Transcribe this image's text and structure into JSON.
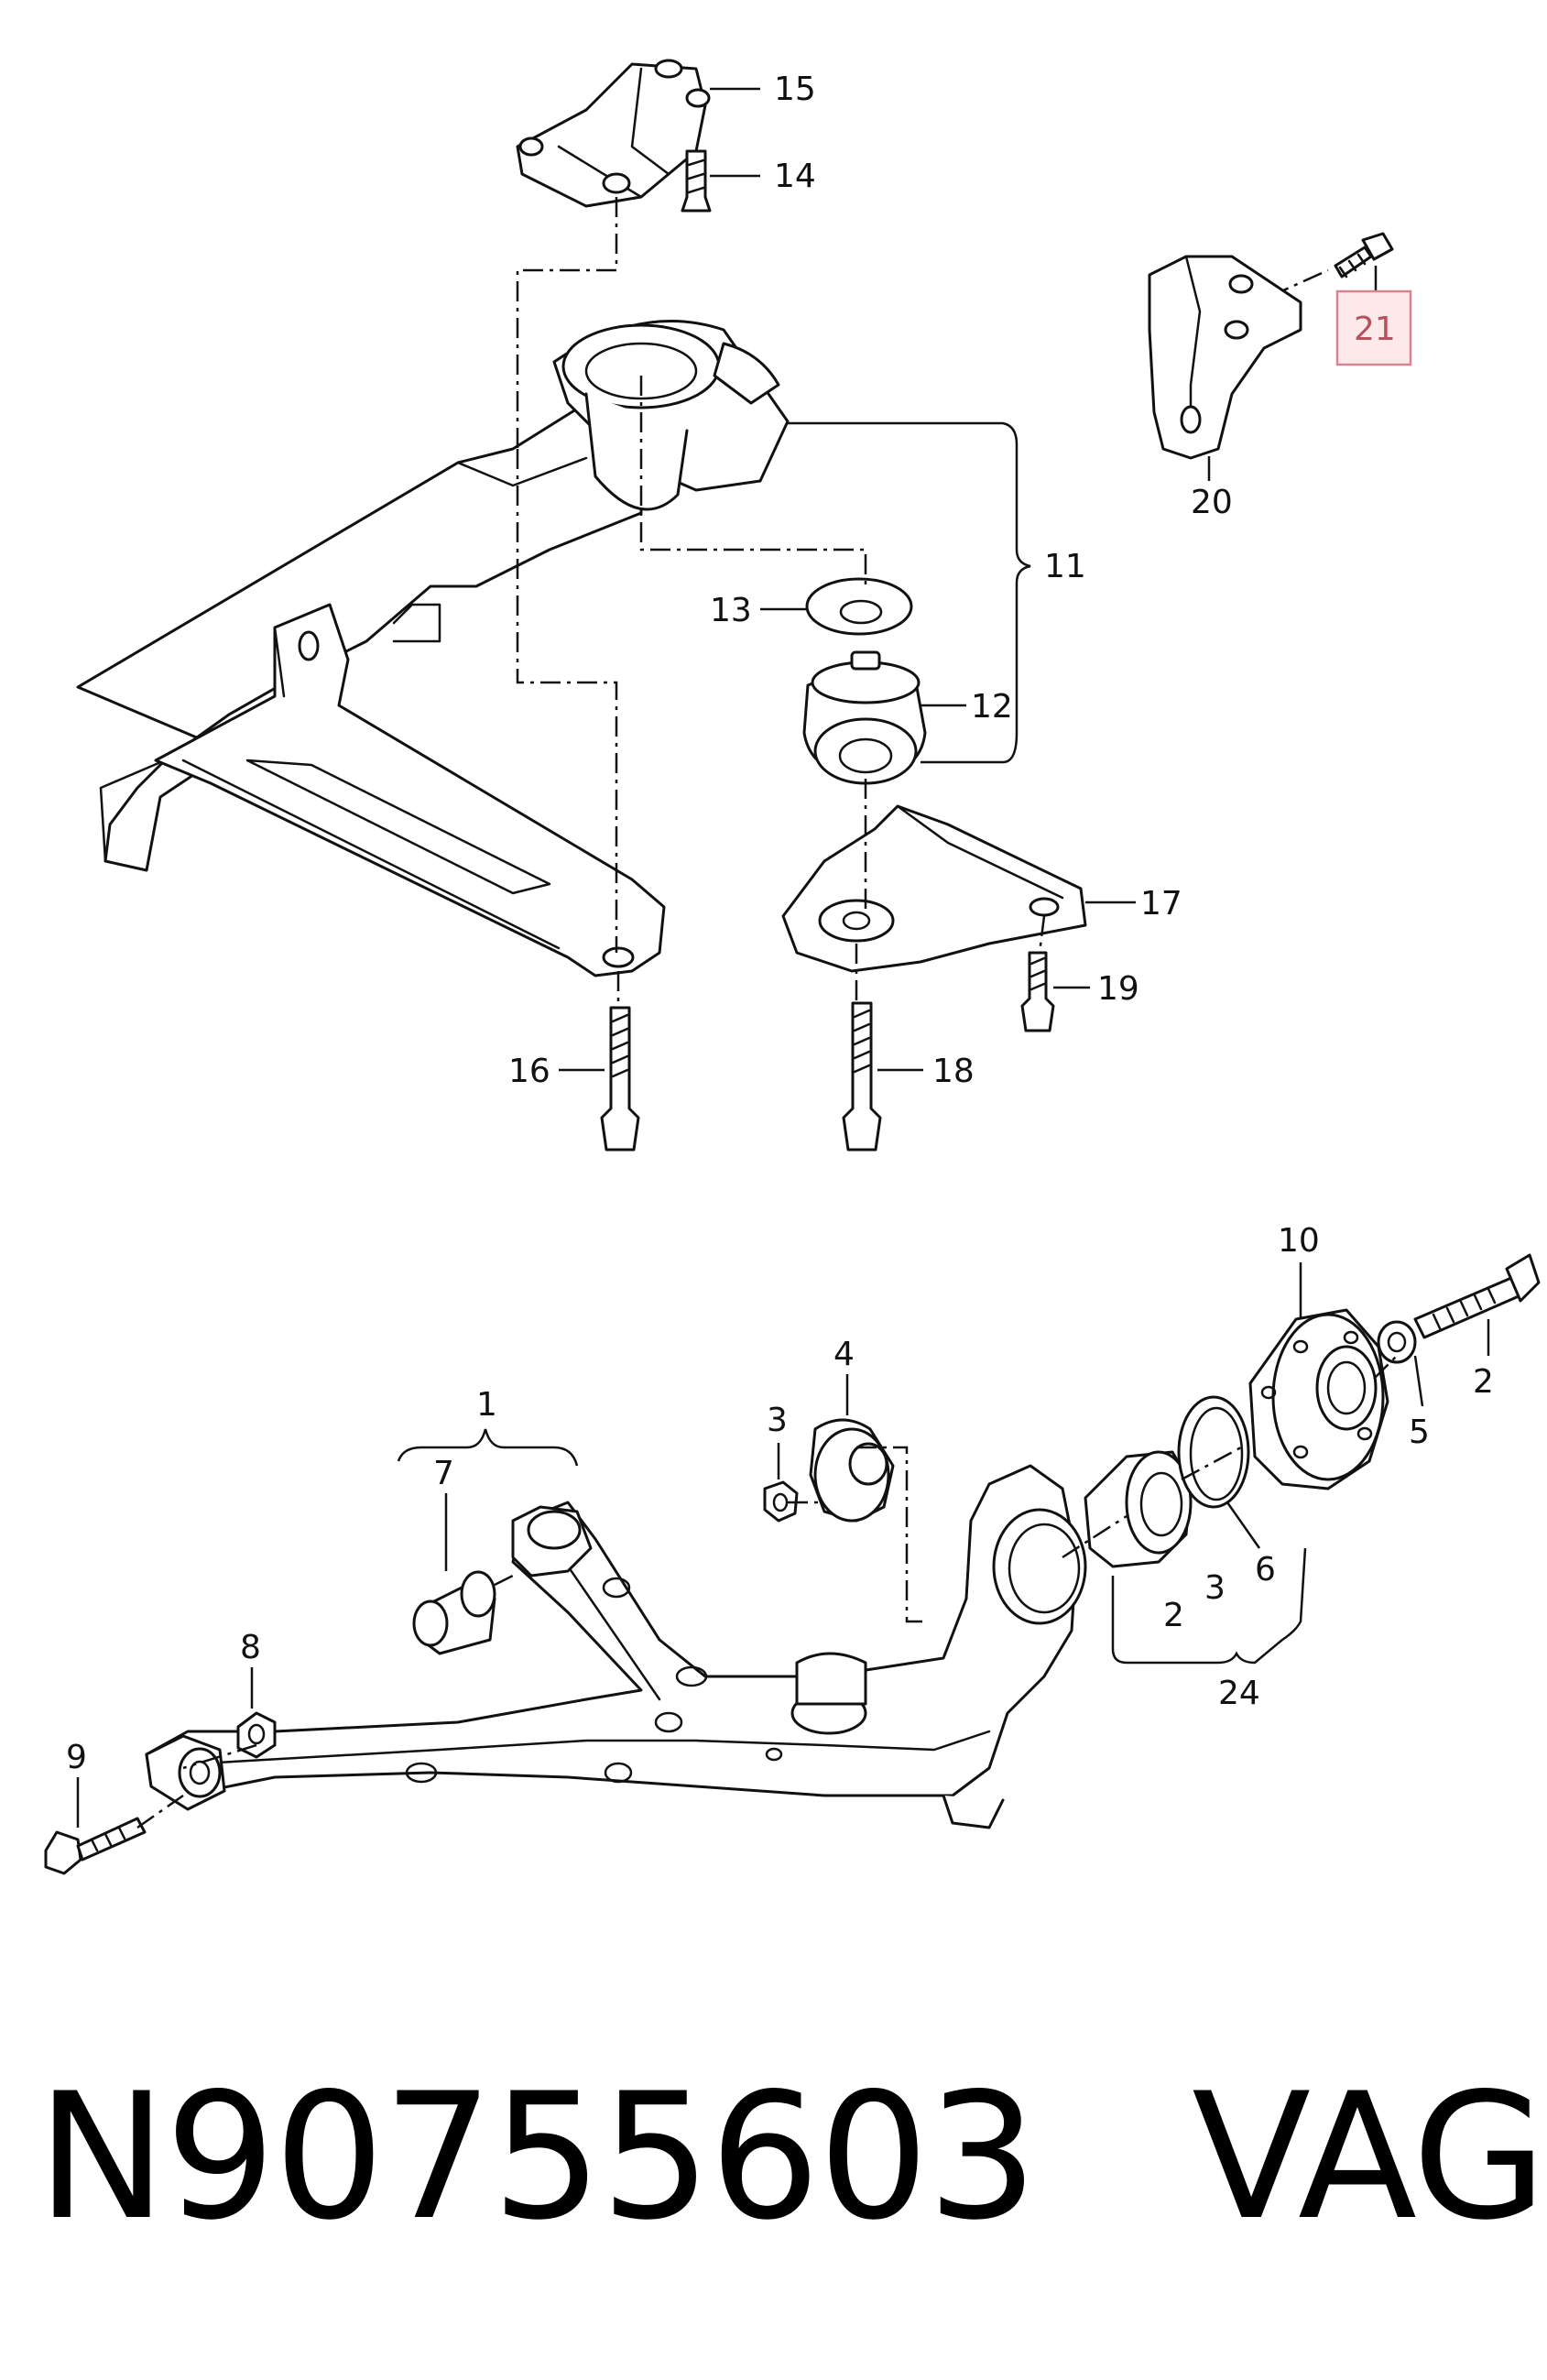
{
  "callouts": {
    "c1": "1",
    "c2_top": "2",
    "c2_bottom": "2",
    "c3_left": "3",
    "c3_right": "3",
    "c4": "4",
    "c5": "5",
    "c6": "6",
    "c7": "7",
    "c8": "8",
    "c9": "9",
    "c10": "10",
    "c11": "11",
    "c12": "12",
    "c13": "13",
    "c14": "14",
    "c15": "15",
    "c16": "16",
    "c17": "17",
    "c18": "18",
    "c19": "19",
    "c20": "20",
    "c21": "21",
    "c24": "24"
  },
  "highlighted_callout": "21",
  "colors": {
    "line": "#111111",
    "highlight_fill": "#fde8ea",
    "highlight_border": "#d9848f",
    "highlight_text": "#b5525f"
  },
  "footer": {
    "part_number": "N90755603",
    "brand": "VAG"
  }
}
